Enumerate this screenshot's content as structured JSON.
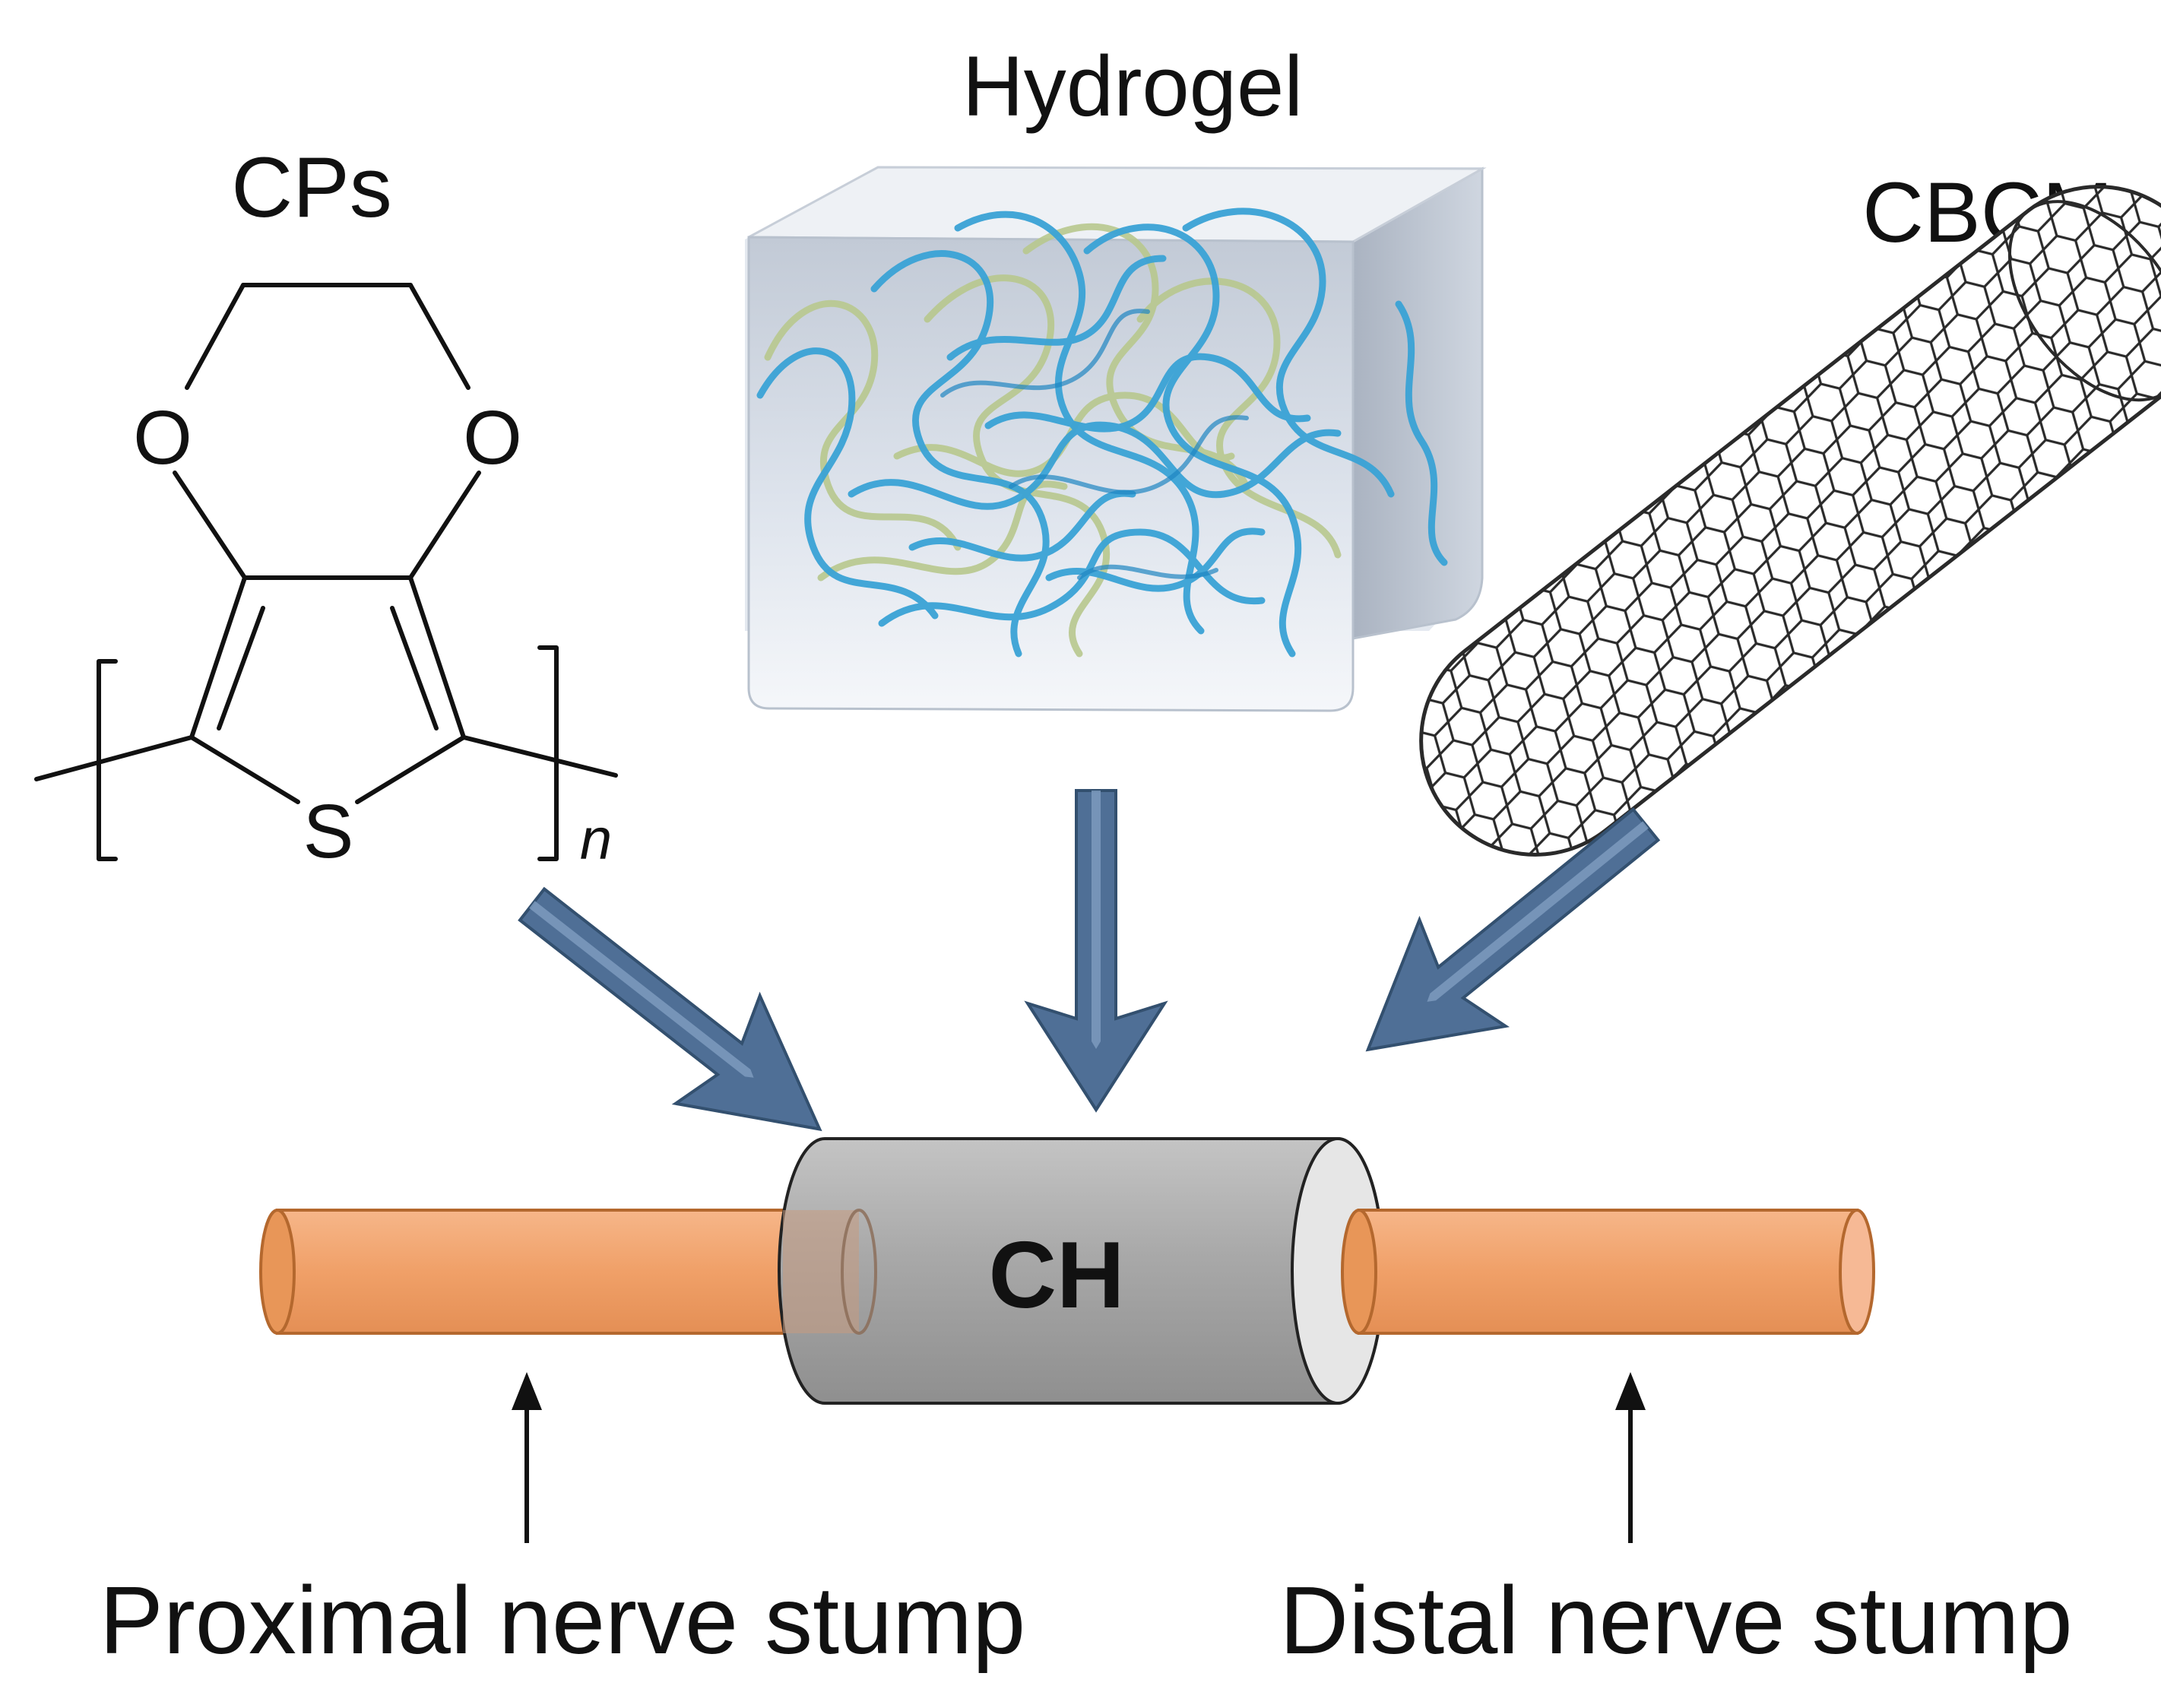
{
  "labels": {
    "cps": "CPs",
    "hydrogel": "Hydrogel",
    "cbcm": "CBCM",
    "ch": "CH",
    "proximal": "Proximal nerve stump",
    "distal": "Distal nerve stump"
  },
  "molecule": {
    "atom_o_left": "O",
    "atom_o_right": "O",
    "atom_s": "S",
    "repeat_subscript": "n"
  },
  "colors": {
    "nerve_fill": "#f0a068",
    "nerve_stroke": "#b4682e",
    "conduit_fill": "#a9a9a9",
    "arrow_fill": "#4f6f96",
    "fiber_blue": "#3aa3d6",
    "fiber_green": "#b8c88e",
    "gel_box": "#dfe5ee"
  }
}
